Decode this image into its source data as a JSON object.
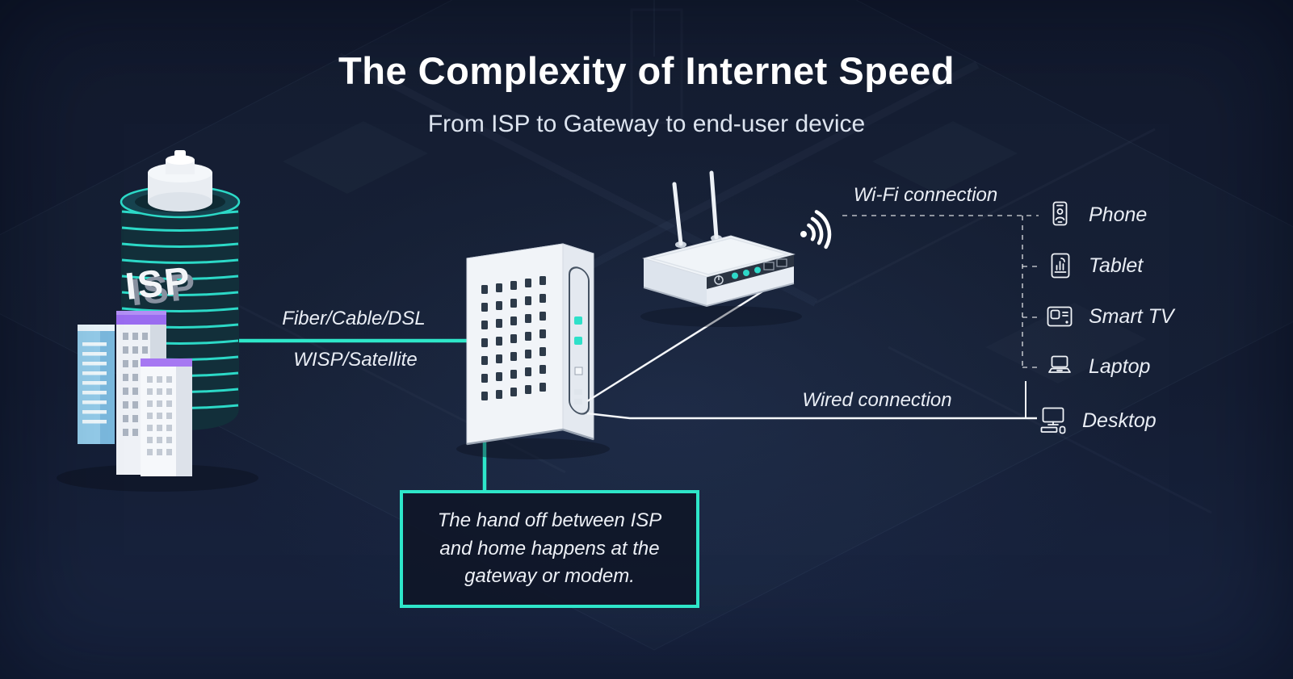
{
  "header": {
    "title": "The Complexity of Internet Speed",
    "subtitle": "From ISP to Gateway to end-user device"
  },
  "isp": {
    "label": "ISP"
  },
  "links": {
    "fiber_label": "Fiber/Cable/DSL",
    "wisp_label": "WISP/Satellite",
    "wifi_label": "Wi-Fi connection",
    "wired_label": "Wired connection"
  },
  "devices": [
    {
      "label": "Phone",
      "icon": "phone-icon"
    },
    {
      "label": "Tablet",
      "icon": "tablet-icon"
    },
    {
      "label": "Smart TV",
      "icon": "smart-tv-icon"
    },
    {
      "label": "Laptop",
      "icon": "laptop-icon"
    },
    {
      "label": "Desktop",
      "icon": "desktop-icon"
    }
  ],
  "callout": {
    "text": "The hand off between ISP and home happens at the gateway or modem."
  },
  "colors": {
    "accent_teal": "#2ee6c9",
    "background_navy": "#141d33",
    "callout_border": "#2ee6c9",
    "purple_accent": "#9a6cf0",
    "building_blue": "#93cbe9",
    "text_white": "#ffffff"
  }
}
